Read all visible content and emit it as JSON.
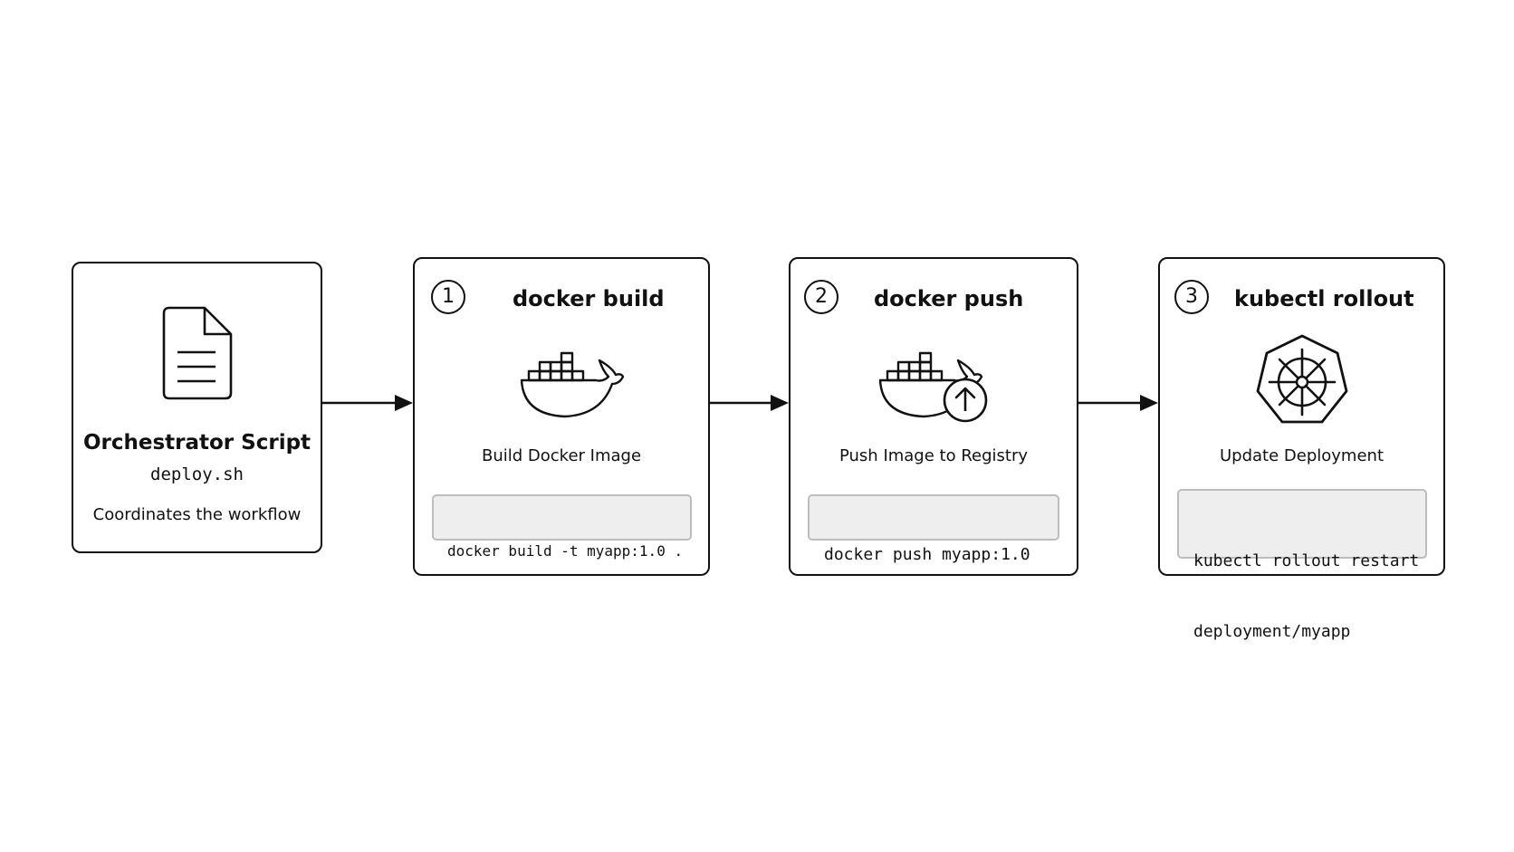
{
  "orchestrator": {
    "title": "Orchestrator Script",
    "filename": "deploy.sh",
    "description": "Coordinates the workflow",
    "icon": "document-icon"
  },
  "steps": [
    {
      "number": "1",
      "title": "docker build",
      "description": "Build Docker Image",
      "command_lines": [
        "docker build -t myapp:1.0 ."
      ],
      "icon": "docker-whale-icon"
    },
    {
      "number": "2",
      "title": "docker push",
      "description": "Push Image to Registry",
      "command_lines": [
        "docker push myapp:1.0"
      ],
      "icon": "docker-whale-upload-icon"
    },
    {
      "number": "3",
      "title": "kubectl rollout",
      "description": "Update Deployment",
      "command_lines": [
        "kubectl rollout restart",
        "deployment/myapp"
      ],
      "icon": "kubernetes-helm-icon"
    }
  ],
  "colors": {
    "stroke": "#111111",
    "command_background": "#eeeeee",
    "command_border": "#bdbdbd"
  }
}
